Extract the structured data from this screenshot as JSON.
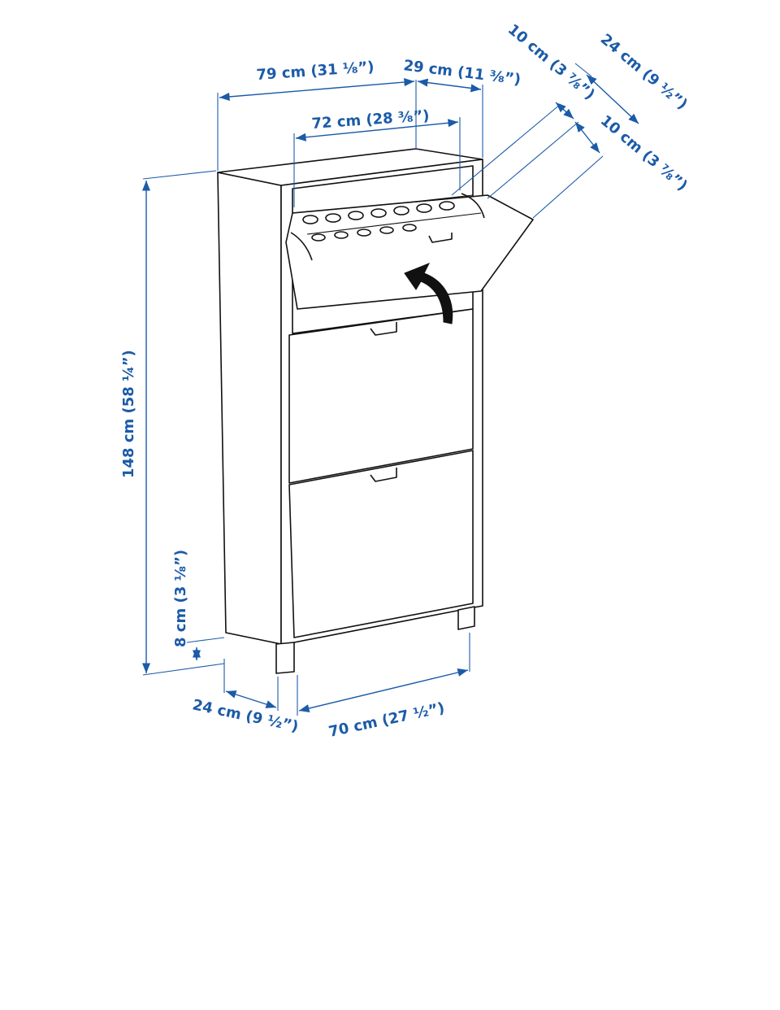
{
  "diagram": {
    "colors": {
      "dimension": "#1b5ba8",
      "outline": "#111111",
      "background": "#ffffff"
    },
    "dimensions": {
      "width_total": "79 cm (31 ⅛”)",
      "depth_open": "29 cm (11 ⅜”)",
      "inner_width": "72 cm (28 ⅜”)",
      "flap_depth_top": "10 cm (3 ⅞”)",
      "depth_top": "24 cm (9 ½”)",
      "flap_depth_side": "10 cm (3 ⅞”)",
      "height_total": "148 cm (58 ¼”)",
      "leg_height": "8 cm (3 ⅛”)",
      "depth_bottom": "24 cm (9 ½”)",
      "width_bottom": "70 cm (27 ½”)"
    },
    "icons": {
      "arrow": "open-flap-arrow-icon"
    }
  }
}
